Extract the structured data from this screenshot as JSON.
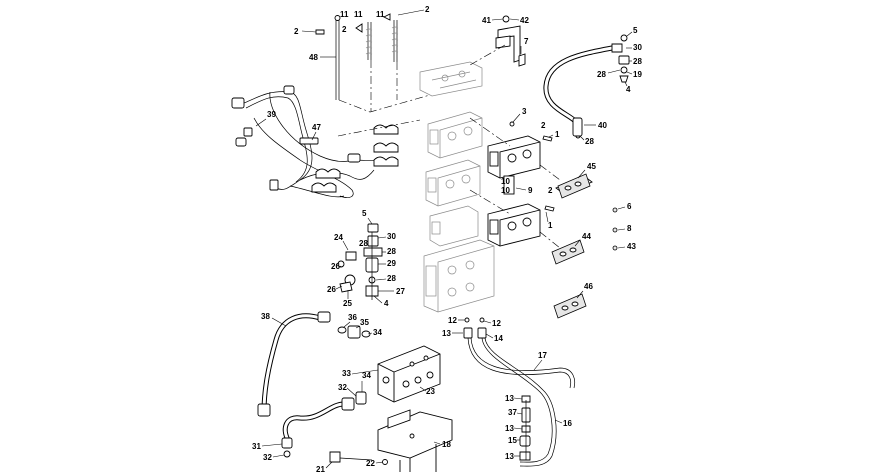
{
  "diagram": {
    "callouts": {
      "c2a": "2",
      "c11a": "11",
      "c11b": "11",
      "c11c": "11",
      "c2b": "2",
      "c2c": "2",
      "c48": "48",
      "c41": "41",
      "c42": "42",
      "c7": "7",
      "c5a": "5",
      "c30a": "30",
      "c28a": "28",
      "c28b": "28",
      "c19": "19",
      "c4a": "4",
      "c39": "39",
      "c47": "47",
      "c3": "3",
      "c2d": "2",
      "c1a": "1",
      "c40": "40",
      "c28c": "28",
      "c45": "45",
      "c10a": "10",
      "c10b": "10",
      "c9": "9",
      "c2e": "2",
      "c1b": "1",
      "c6": "6",
      "c8": "8",
      "c43": "43",
      "c44": "44",
      "c46": "46",
      "c5b": "5",
      "c24": "24",
      "c30b": "30",
      "c28d": "28",
      "c29": "29",
      "c26a": "26",
      "c28e": "28",
      "c27": "27",
      "c26b": "26",
      "c25": "25",
      "c4b": "4",
      "c38": "38",
      "c36": "36",
      "c35": "35",
      "c34a": "34",
      "c12a": "12",
      "c12b": "12",
      "c13a": "13",
      "c14": "14",
      "c17": "17",
      "c33": "33",
      "c34b": "34",
      "c32a": "32",
      "c23": "23",
      "c13b": "13",
      "c37": "37",
      "c16": "16",
      "c13c": "13",
      "c15": "15",
      "c13d": "13",
      "c31": "31",
      "c32b": "32",
      "c18": "18",
      "c21": "21",
      "c22": "22"
    }
  }
}
